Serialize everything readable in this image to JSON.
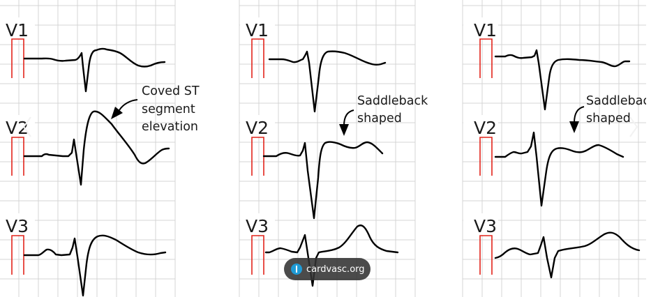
{
  "panels": [
    {
      "leads": [
        "V1",
        "V2",
        "V3"
      ],
      "annotation": [
        "Coved ST",
        "segment",
        "elevation"
      ]
    },
    {
      "leads": [
        "V1",
        "V2",
        "V3"
      ],
      "annotation": [
        "Saddleback",
        "shaped"
      ]
    },
    {
      "leads": [
        "V1",
        "V2",
        "V3"
      ],
      "annotation": [
        "Saddleback",
        "shaped"
      ]
    }
  ],
  "watermark": {
    "text": "cardvasc.org",
    "icon": "cardvasc-logo-icon"
  },
  "colors": {
    "grid": "#d4d4d4",
    "calibration": "#e2231a",
    "trace": "#000000",
    "badge": "#323232"
  }
}
